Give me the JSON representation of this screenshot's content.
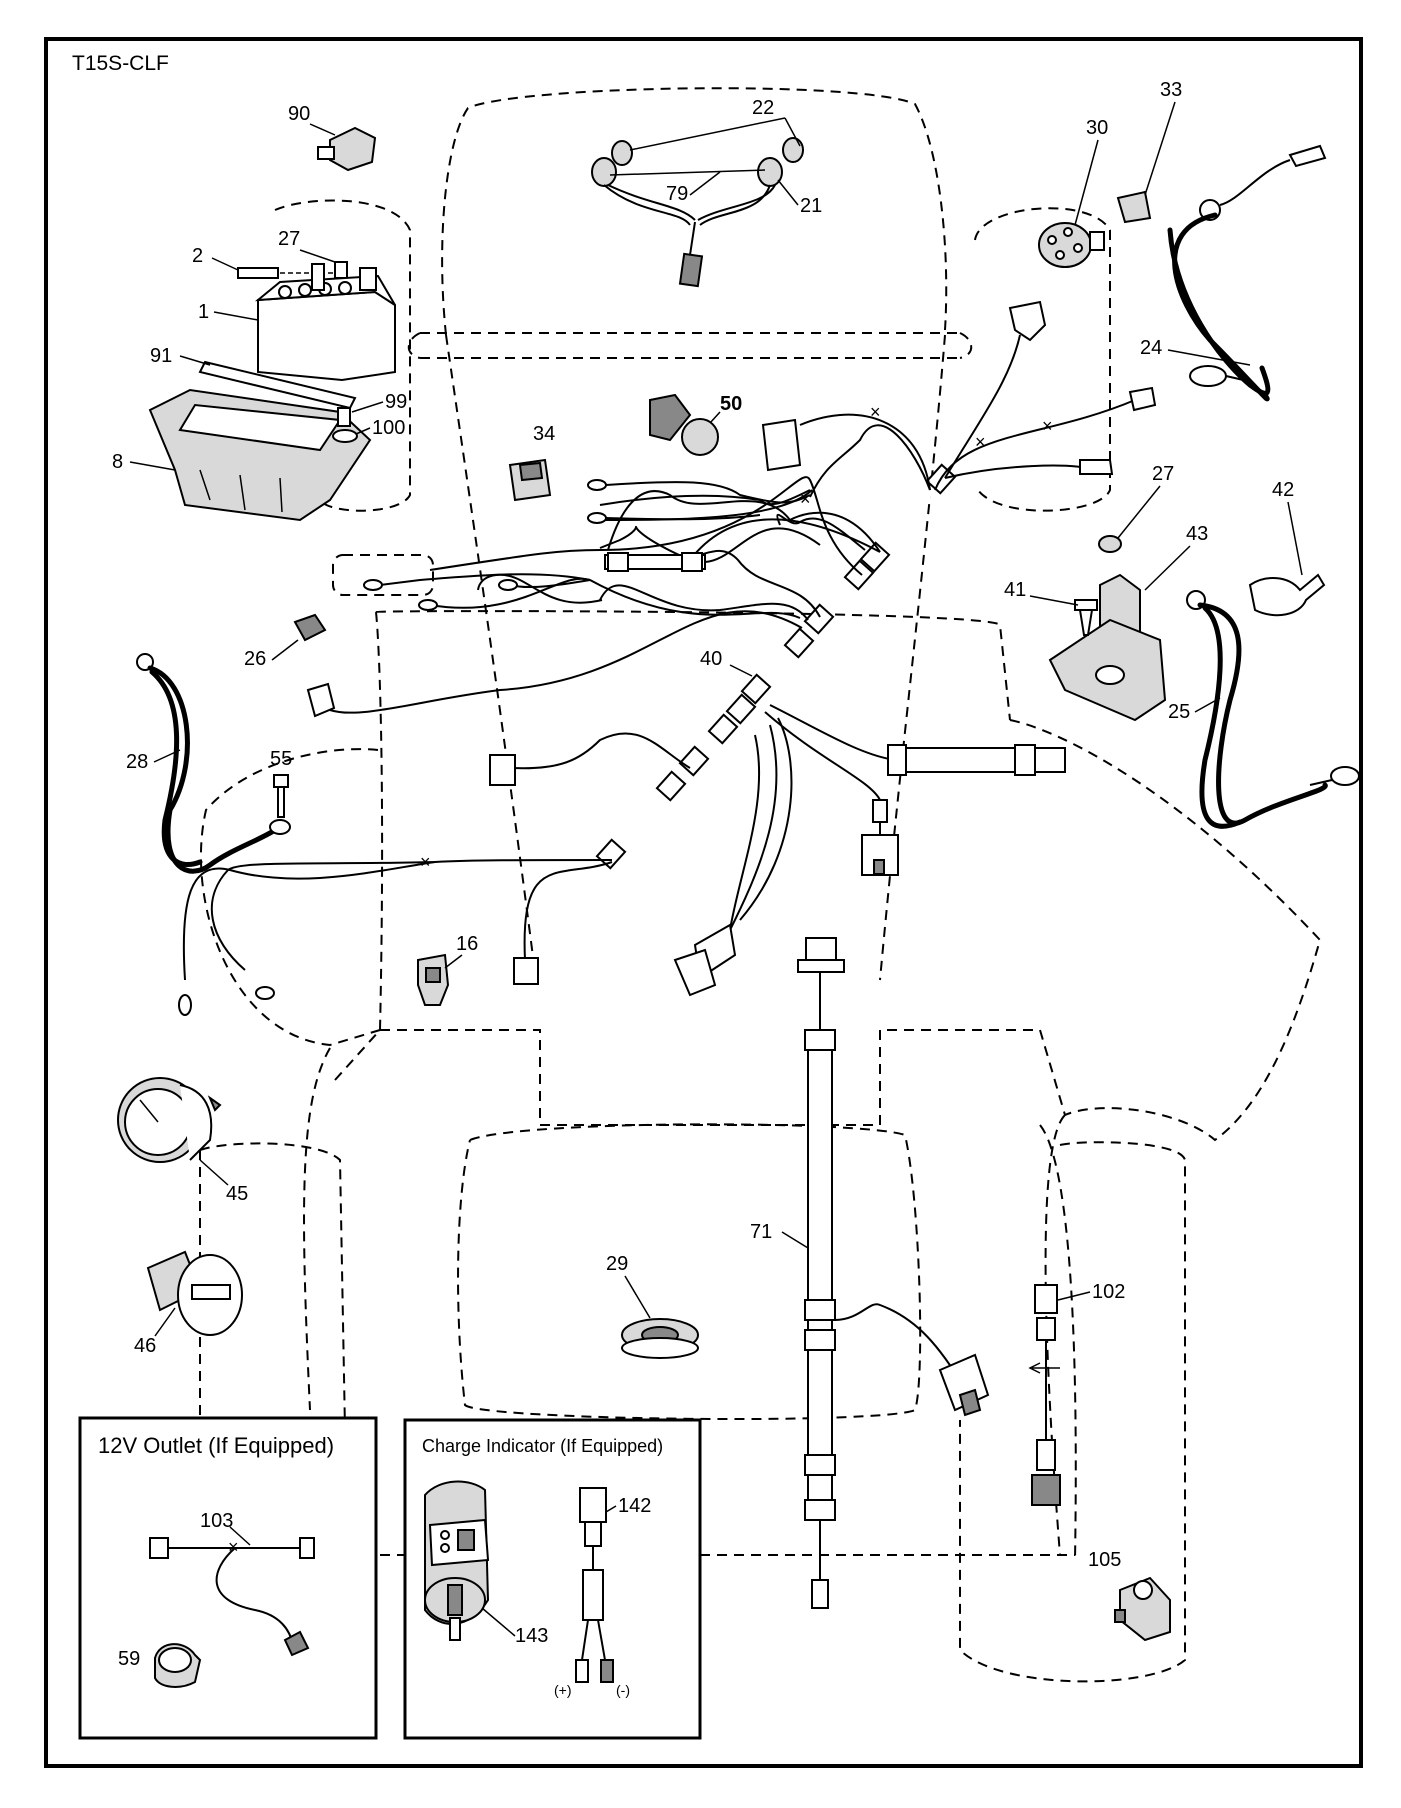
{
  "model_code": "T15S-CLF",
  "insets": {
    "outlet_title": "12V Outlet (If Equipped)",
    "charge_title": "Charge Indicator (If Equipped)",
    "plus_label": "(+)",
    "minus_label": "(-)"
  },
  "callouts": {
    "p1": "1",
    "p2": "2",
    "p8": "8",
    "p16": "16",
    "p21": "21",
    "p22": "22",
    "p24": "24",
    "p25": "25",
    "p26": "26",
    "p27a": "27",
    "p27b": "27",
    "p28": "28",
    "p29": "29",
    "p30": "30",
    "p33": "33",
    "p34": "34",
    "p40": "40",
    "p41": "41",
    "p42": "42",
    "p43": "43",
    "p45": "45",
    "p46": "46",
    "p50": "50",
    "p55": "55",
    "p59": "59",
    "p71": "71",
    "p79": "79",
    "p90": "90",
    "p91": "91",
    "p99": "99",
    "p100": "100",
    "p102": "102",
    "p103": "103",
    "p105": "105",
    "p142": "142",
    "p143": "143"
  }
}
